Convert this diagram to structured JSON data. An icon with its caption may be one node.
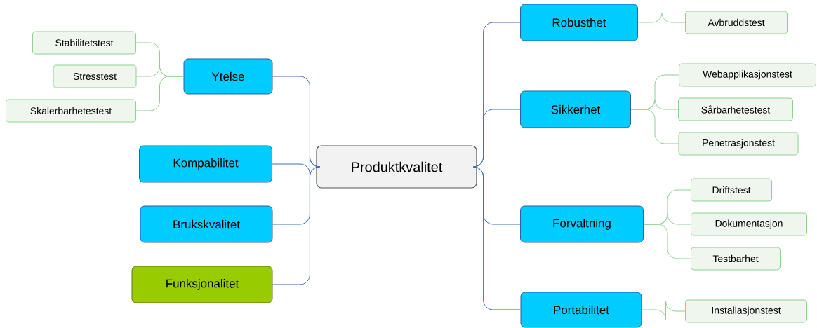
{
  "diagram": {
    "nodes": [
      {
        "text": [
          "Produktkvalitet"
        ]
      },
      {
        "text": [
          "Ytelse"
        ]
      },
      {
        "text": [
          "Stabilitetstest"
        ]
      },
      {
        "text": [
          "Stresstest"
        ]
      },
      {
        "text": [
          "Skalerbarhetestest"
        ]
      },
      {
        "text": [
          "Kompabilitet"
        ]
      },
      {
        "text": [
          "Brukskvalitet"
        ]
      },
      {
        "text": [
          "Funksjonalitet"
        ]
      },
      {
        "text": [
          "Robusthet"
        ]
      },
      {
        "text": [
          "Avbruddstest"
        ]
      },
      {
        "text": [
          "Sikkerhet"
        ]
      },
      {
        "text": [
          "Webapplikasjonstest"
        ]
      },
      {
        "text": [
          "Sårbarhetestest"
        ]
      },
      {
        "text": [
          "Penetrasjonstest"
        ]
      },
      {
        "text": [
          "Forvaltning"
        ]
      },
      {
        "text": [
          "Driftstest"
        ]
      },
      {
        "text": [
          "Dokumentasjon"
        ]
      },
      {
        "text": [
          "Testbarhet"
        ]
      },
      {
        "text": [
          "Portabilitet"
        ]
      },
      {
        "text": [
          "Installasjonstest"
        ]
      }
    ],
    "edges": [
      {
        "from": 0,
        "to": 1,
        "arrow": "none",
        "color": "#3b6eb4"
      },
      {
        "from": 1,
        "to": 2,
        "arrow": "none"
      },
      {
        "from": 1,
        "to": 3,
        "arrow": "none"
      },
      {
        "from": 1,
        "to": 4,
        "arrow": "none"
      },
      {
        "from": 0,
        "to": 5,
        "arrow": "none",
        "color": "#3b6eb4"
      },
      {
        "from": 0,
        "to": 6,
        "arrow": "none",
        "color": "#3b6eb4"
      },
      {
        "from": 0,
        "to": 7,
        "arrow": "none",
        "color": "#3b6eb4"
      },
      {
        "from": 0,
        "to": 8,
        "arrow": "none",
        "color": "#3b6eb4"
      },
      {
        "from": 8,
        "to": 9,
        "arrow": "none"
      },
      {
        "from": 0,
        "to": 10,
        "arrow": "none",
        "color": "#3b6eb4"
      },
      {
        "from": 10,
        "to": 11,
        "arrow": "none"
      },
      {
        "from": 10,
        "to": 12,
        "arrow": "none"
      },
      {
        "from": 10,
        "to": 13,
        "arrow": "none"
      },
      {
        "from": 0,
        "to": 14,
        "arrow": "none",
        "color": "#3b6eb4"
      },
      {
        "from": 14,
        "to": 15,
        "arrow": "none"
      },
      {
        "from": 14,
        "to": 16,
        "arrow": "none"
      },
      {
        "from": 14,
        "to": 17,
        "arrow": "none"
      },
      {
        "from": 0,
        "to": 18,
        "arrow": "none",
        "color": "#3b6eb4"
      },
      {
        "from": 18,
        "to": 19,
        "arrow": "none"
      }
    ]
  }
}
